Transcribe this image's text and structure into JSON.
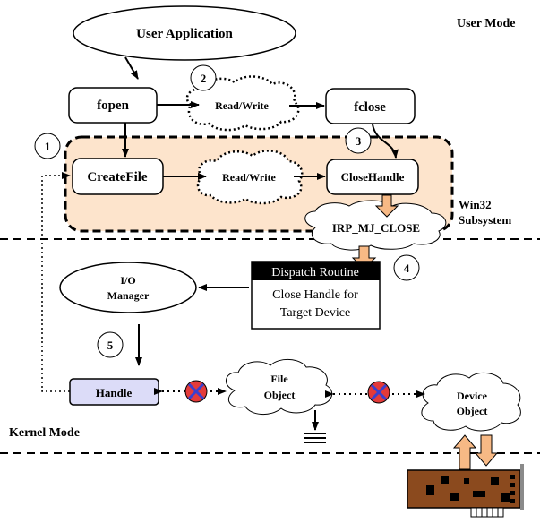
{
  "zones": {
    "user_mode": "User Mode",
    "kernel_mode": "Kernel Mode",
    "win32_line1": "Win32",
    "win32_line2": "Subsystem"
  },
  "nodes": {
    "user_application": "User Application",
    "fopen": "fopen",
    "read_write_user": "Read/Write",
    "fclose": "fclose",
    "create_file": "CreateFile",
    "read_write_win32": "Read/Write",
    "close_handle": "CloseHandle",
    "irp": "IRP_MJ_CLOSE",
    "io_manager_line1": "I/O",
    "io_manager_line2": "Manager",
    "dispatch_title": "Dispatch Routine",
    "dispatch_body_line1": "Close Handle for",
    "dispatch_body_line2": "Target Device",
    "handle": "Handle",
    "file_object_line1": "File",
    "file_object_line2": "Object",
    "device_object_line1": "Device",
    "device_object_line2": "Object"
  },
  "steps": [
    "1",
    "2",
    "3",
    "4",
    "5"
  ],
  "colors": {
    "win32_fill": "#fde4cc",
    "transfer_arrow": "#f7b985",
    "handle_fill": "#dcdcf8",
    "blocked_circle": "#e33a3a",
    "blocked_x": "#3a3fcf",
    "card_board": "#8b4a1e",
    "dispatch_header": "#000000"
  },
  "icons": [
    "blocked-link-icon",
    "ground-icon",
    "hardware-card-icon"
  ]
}
